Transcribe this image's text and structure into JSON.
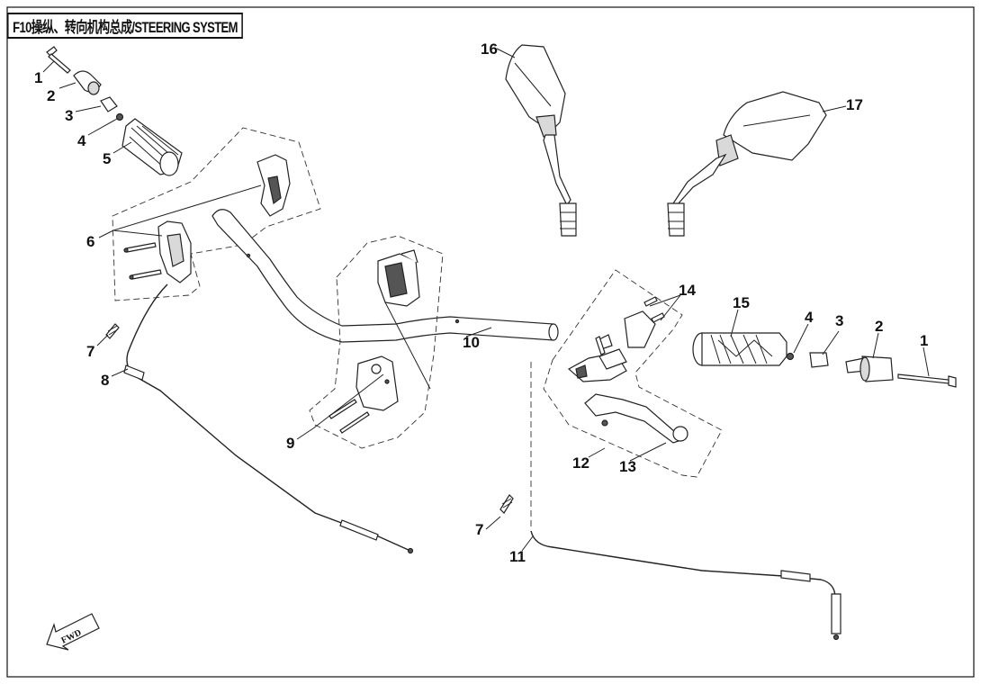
{
  "title": "F10操纵、转向机构总成/STEERING SYSTEM",
  "fwd_label": "FWD",
  "callouts": {
    "l1": "1",
    "l2": "2",
    "l3": "3",
    "l4": "4",
    "l5": "5",
    "l6": "6",
    "l7": "7",
    "l8": "8",
    "l9": "9",
    "l10": "10",
    "r1": "1",
    "r2": "2",
    "r3": "3",
    "r4": "4",
    "r7": "7",
    "r11": "11",
    "r12": "12",
    "r13": "13",
    "r14": "14",
    "r15": "15",
    "m16": "16",
    "m17": "17"
  }
}
